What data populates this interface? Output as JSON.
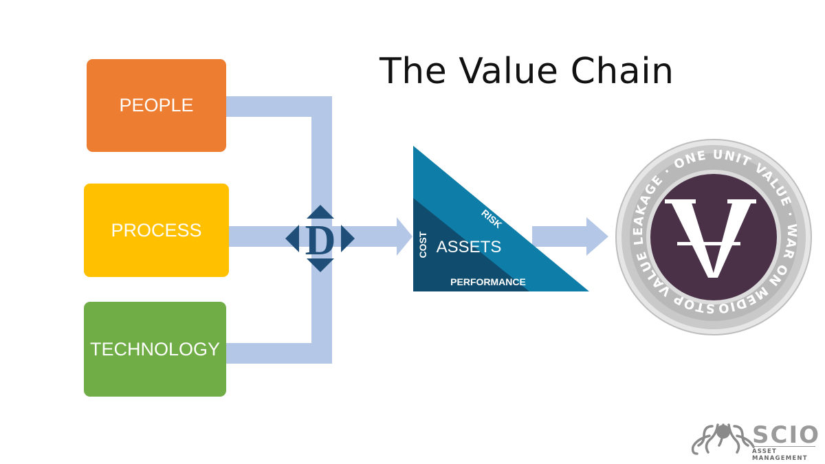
{
  "title": "The Value Chain",
  "inputs": [
    {
      "label": "PEOPLE",
      "color": "#ed7d31"
    },
    {
      "label": "PROCESS",
      "color": "#ffc000"
    },
    {
      "label": "TECHNOLOGY",
      "color": "#70ad47"
    }
  ],
  "connector_color": "#b4c7e7",
  "decision_node": {
    "letter": "D",
    "color": "#1f4e79"
  },
  "triangle": {
    "center_label": "ASSETS",
    "left_label": "COST",
    "top_label": "RISK",
    "bottom_label": "PERFORMANCE",
    "outer_color": "#0e7da8",
    "inner_color": "#0f4c6e"
  },
  "coin": {
    "ring_text": "STOP VALUE LEAKAGE · ONE UNIT VALUE · WAR ON MEDIOCRITY ·",
    "center_color": "#4a3148",
    "ring_color": "#c8c8c8"
  },
  "logo": {
    "name": "SCIO",
    "tagline": "ASSET MANAGEMENT"
  }
}
